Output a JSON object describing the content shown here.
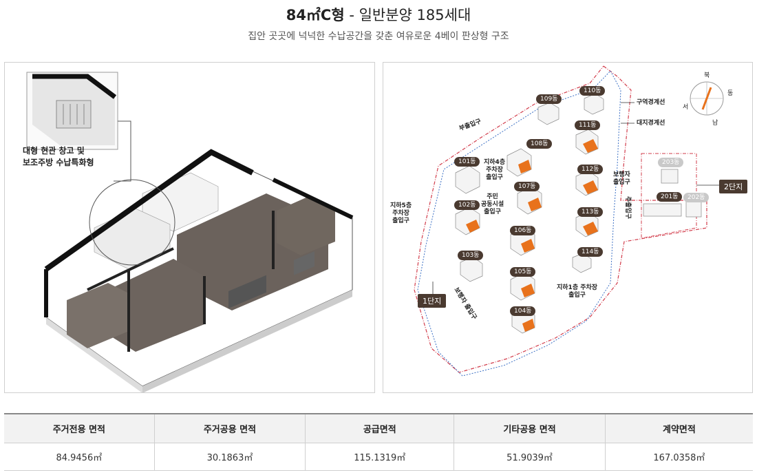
{
  "header": {
    "type_name": "84㎡C형",
    "type_rest": " - 일반분양 185세대",
    "subtitle": "집안 곳곳에 넉넉한 수납공간을 갖춘 여유로운 4베이 판상형 구조"
  },
  "floorplan": {
    "callout_line1": "대형 현관 창고 및",
    "callout_line2": "보조주방 수납특화형"
  },
  "siteplan": {
    "buildings": [
      "101동",
      "102동",
      "103동",
      "104동",
      "105동",
      "106동",
      "107동",
      "108동",
      "109동",
      "110동",
      "111동",
      "112동",
      "113동",
      "114동"
    ],
    "buildings_zone2": [
      "201동",
      "202동",
      "203동"
    ],
    "labels": {
      "boundary_district": "구역경계선",
      "boundary_site": "대지경계선",
      "sub_entrance": "부출입구",
      "b5_parking": "지하5층\n주차장\n출입구",
      "b4_parking": "지하4층\n주차장\n출입구",
      "community": "주민\n공동시설\n출입구",
      "b1_parking": "지하1층 주차장\n출입구",
      "pedestrian_main": "보행자 출입구",
      "pedestrian": "보행자\n출입구",
      "main_entrance": "주출입구",
      "zone1": "1단지",
      "zone2": "2단지"
    },
    "compass": {
      "north": "북",
      "east": "동",
      "south": "남",
      "west": "서"
    },
    "colors": {
      "highlight": "#e8721c",
      "building": "#f4f4f4",
      "tag": "#4a3a30",
      "district_line": "#d23c4b",
      "site_line": "#3a6fc4"
    }
  },
  "area_table": {
    "headers": [
      "주거전용 면적",
      "주거공용 면적",
      "공급면적",
      "기타공용 면적",
      "계약면적"
    ],
    "values": [
      "84.9456㎡",
      "30.1863㎡",
      "115.1319㎡",
      "51.9039㎡",
      "167.0358㎡"
    ]
  }
}
